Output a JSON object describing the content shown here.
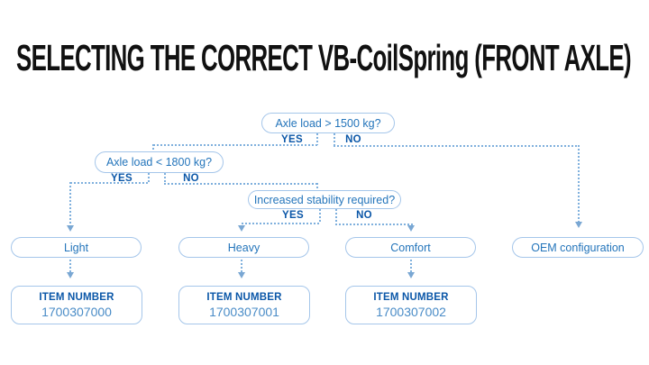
{
  "title": "SELECTING THE CORRECT VB-CoilSpring (FRONT AXLE)",
  "flowchart": {
    "decisions": [
      {
        "question": "Axle load > 1500 kg?",
        "yes": "YES",
        "no": "NO"
      },
      {
        "question": "Axle load < 1800 kg?",
        "yes": "YES",
        "no": "NO"
      },
      {
        "question": "Increased stability required?",
        "yes": "YES",
        "no": "NO"
      }
    ],
    "outcomes": [
      {
        "label": "Light",
        "item_heading": "ITEM NUMBER",
        "item_number": "1700307000"
      },
      {
        "label": "Heavy",
        "item_heading": "ITEM NUMBER",
        "item_number": "1700307001"
      },
      {
        "label": "Comfort",
        "item_heading": "ITEM NUMBER",
        "item_number": "1700307002"
      },
      {
        "label": "OEM configuration"
      }
    ]
  },
  "colors": {
    "background": "#ffffff",
    "title_text": "#111111",
    "box_border": "#a5c6ea",
    "box_text": "#2475bb",
    "bold_label": "#0b57a8",
    "item_number_text": "#4a8cc7",
    "dashed_line": "#7fb0dd",
    "arrowhead": "#7aa7d3"
  }
}
